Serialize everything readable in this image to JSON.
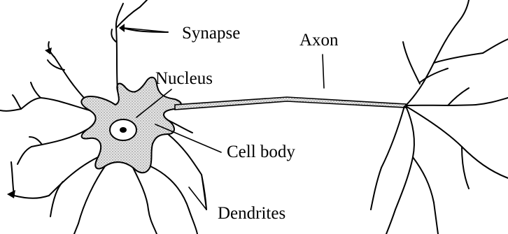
{
  "labels": {
    "synapse": "Synapse",
    "axon": "Axon",
    "nucleus": "Nucleus",
    "cell_body": "Cell body",
    "dendrites": "Dendrites"
  },
  "colors": {
    "ink": "#000000",
    "cell_fill": "#d9d9d9",
    "background": "#ffffff"
  }
}
